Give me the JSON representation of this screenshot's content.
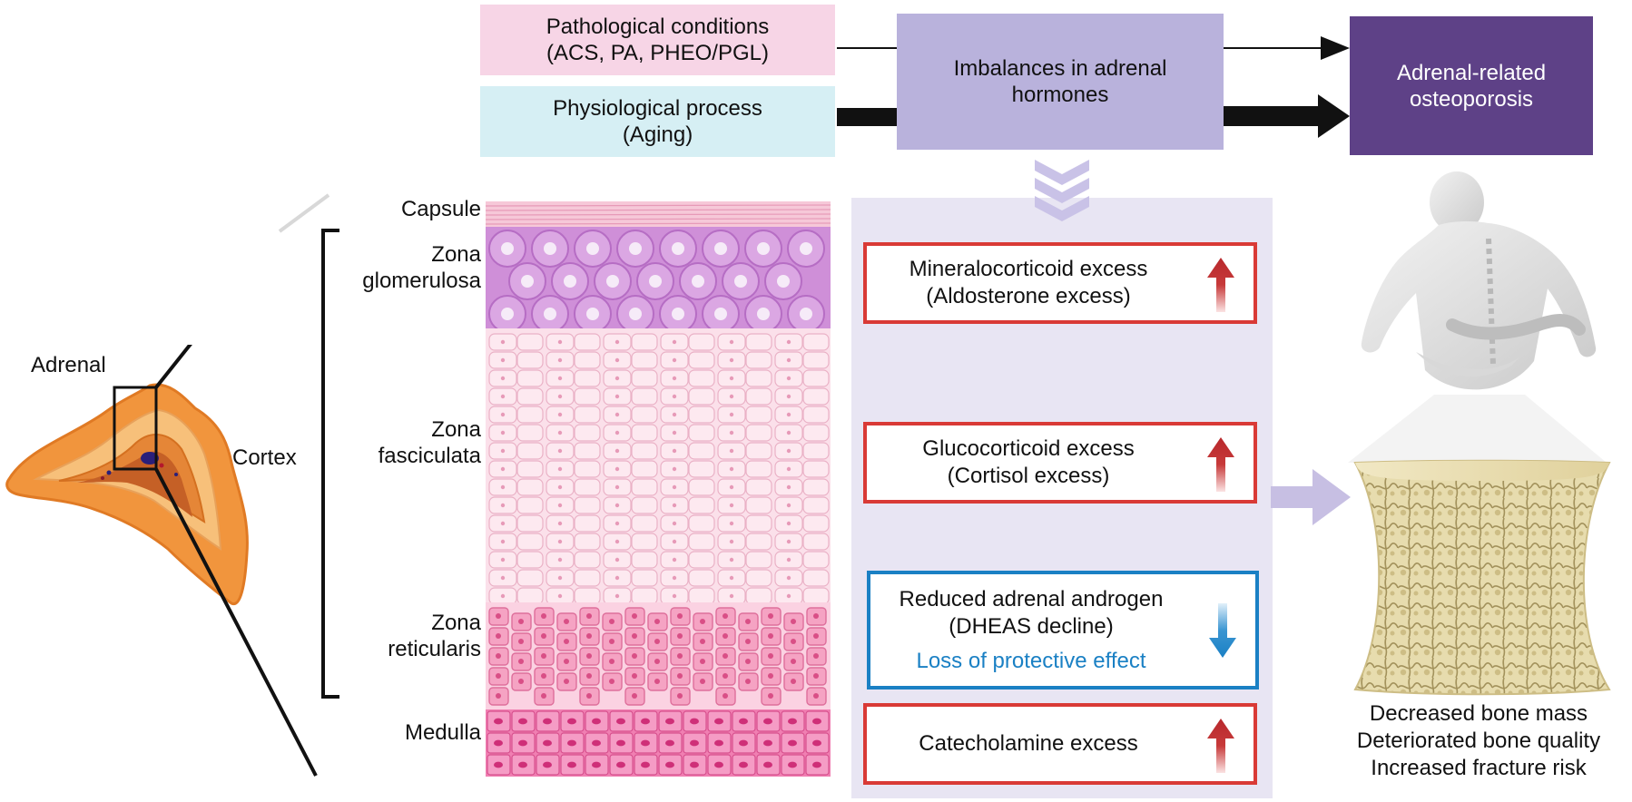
{
  "top_flow": {
    "pathological": {
      "line1": "Pathological conditions",
      "line2": "(ACS, PA, PHEO/PGL)"
    },
    "physiological": {
      "line1": "Physiological process",
      "line2": "(Aging)"
    },
    "imbalance": {
      "line1": "Imbalances in adrenal",
      "line2": "hormones"
    },
    "outcome": {
      "line1": "Adrenal-related",
      "line2": "osteoporosis"
    }
  },
  "anatomy": {
    "adrenal_label": "Adrenal",
    "cortex_label": "Cortex",
    "layers": {
      "capsule": "Capsule",
      "glomerulosa": {
        "line1": "Zona",
        "line2": "glomerulosa"
      },
      "fasciculata": {
        "line1": "Zona",
        "line2": "fasciculata"
      },
      "reticularis": {
        "line1": "Zona",
        "line2": "reticularis"
      },
      "medulla": "Medulla"
    }
  },
  "effects": [
    {
      "line1": "Mineralocorticoid excess",
      "line2": "(Aldosterone excess)",
      "direction": "up"
    },
    {
      "line1": "Glucocorticoid excess",
      "line2": "(Cortisol excess)",
      "direction": "up"
    },
    {
      "line1": "Reduced adrenal androgen",
      "line2": "(DHEAS decline)",
      "line3": "Loss of protective effect",
      "direction": "down"
    },
    {
      "line1": "Catecholamine excess",
      "direction": "up"
    }
  ],
  "bone_outcomes": [
    "Decreased bone mass",
    "Deteriorated bone quality",
    "Increased fracture risk"
  ],
  "colors": {
    "pathological_bg": "#f7d5e6",
    "physiological_bg": "#d6eff4",
    "imbalance_bg": "#b9b2dc",
    "outcome_bg": "#5e4187",
    "effects_panel_bg": "#e8e5f3",
    "excess_border": "#d93a36",
    "decline_border": "#1a80c4",
    "up_arrow": "#b8282c",
    "down_arrow": "#1a80c4"
  }
}
